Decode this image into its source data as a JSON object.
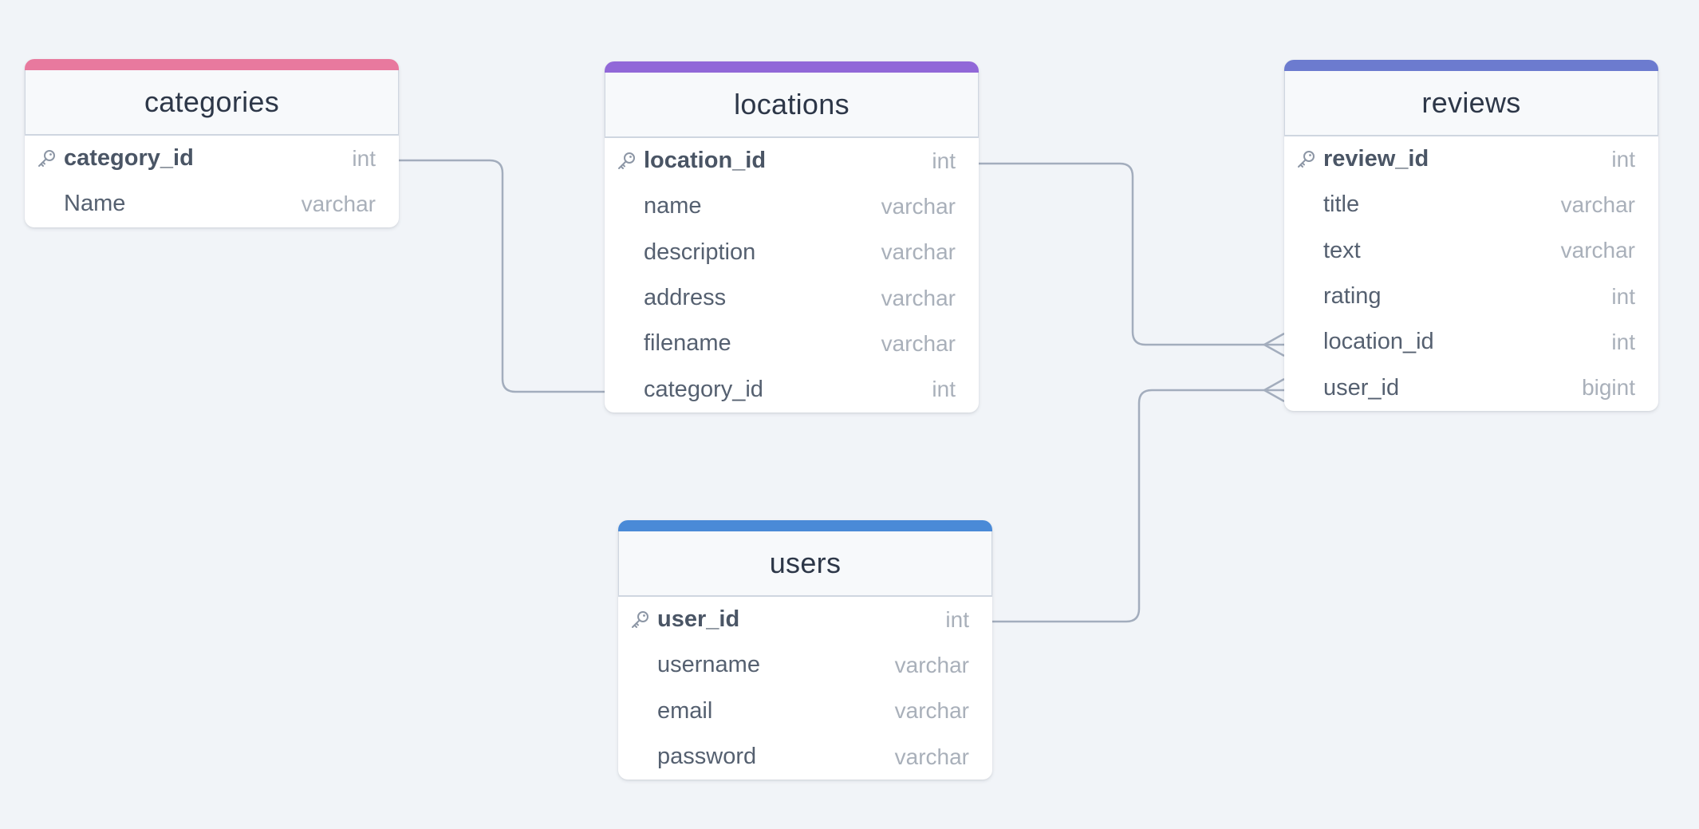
{
  "colors": {
    "background": "#f1f4f8",
    "connector": "#a3adbd",
    "categories_accent": "#e8799e",
    "locations_accent": "#9168d8",
    "reviews_accent": "#6c7bcf",
    "users_accent": "#4a8ad7"
  },
  "icons": {
    "primary_key": "key-icon"
  },
  "tables": {
    "categories": {
      "name": "categories",
      "fields": [
        {
          "name": "category_id",
          "type": "int",
          "pk": true
        },
        {
          "name": "Name",
          "type": "varchar",
          "pk": false
        }
      ]
    },
    "locations": {
      "name": "locations",
      "fields": [
        {
          "name": "location_id",
          "type": "int",
          "pk": true
        },
        {
          "name": "name",
          "type": "varchar",
          "pk": false
        },
        {
          "name": "description",
          "type": "varchar",
          "pk": false
        },
        {
          "name": "address",
          "type": "varchar",
          "pk": false
        },
        {
          "name": "filename",
          "type": "varchar",
          "pk": false
        },
        {
          "name": "category_id",
          "type": "int",
          "pk": false
        }
      ]
    },
    "reviews": {
      "name": "reviews",
      "fields": [
        {
          "name": "review_id",
          "type": "int",
          "pk": true
        },
        {
          "name": "title",
          "type": "varchar",
          "pk": false
        },
        {
          "name": "text",
          "type": "varchar",
          "pk": false
        },
        {
          "name": "rating",
          "type": "int",
          "pk": false
        },
        {
          "name": "location_id",
          "type": "int",
          "pk": false
        },
        {
          "name": "user_id",
          "type": "bigint",
          "pk": false
        }
      ]
    },
    "users": {
      "name": "users",
      "fields": [
        {
          "name": "user_id",
          "type": "int",
          "pk": true
        },
        {
          "name": "username",
          "type": "varchar",
          "pk": false
        },
        {
          "name": "email",
          "type": "varchar",
          "pk": false
        },
        {
          "name": "password",
          "type": "varchar",
          "pk": false
        }
      ]
    }
  },
  "relationships": [
    {
      "from": "categories.category_id",
      "to": "locations.category_id",
      "cardinality": "one-to-one"
    },
    {
      "from": "locations.location_id",
      "to": "reviews.location_id",
      "cardinality": "one-to-many"
    },
    {
      "from": "users.user_id",
      "to": "reviews.user_id",
      "cardinality": "one-to-many"
    }
  ]
}
